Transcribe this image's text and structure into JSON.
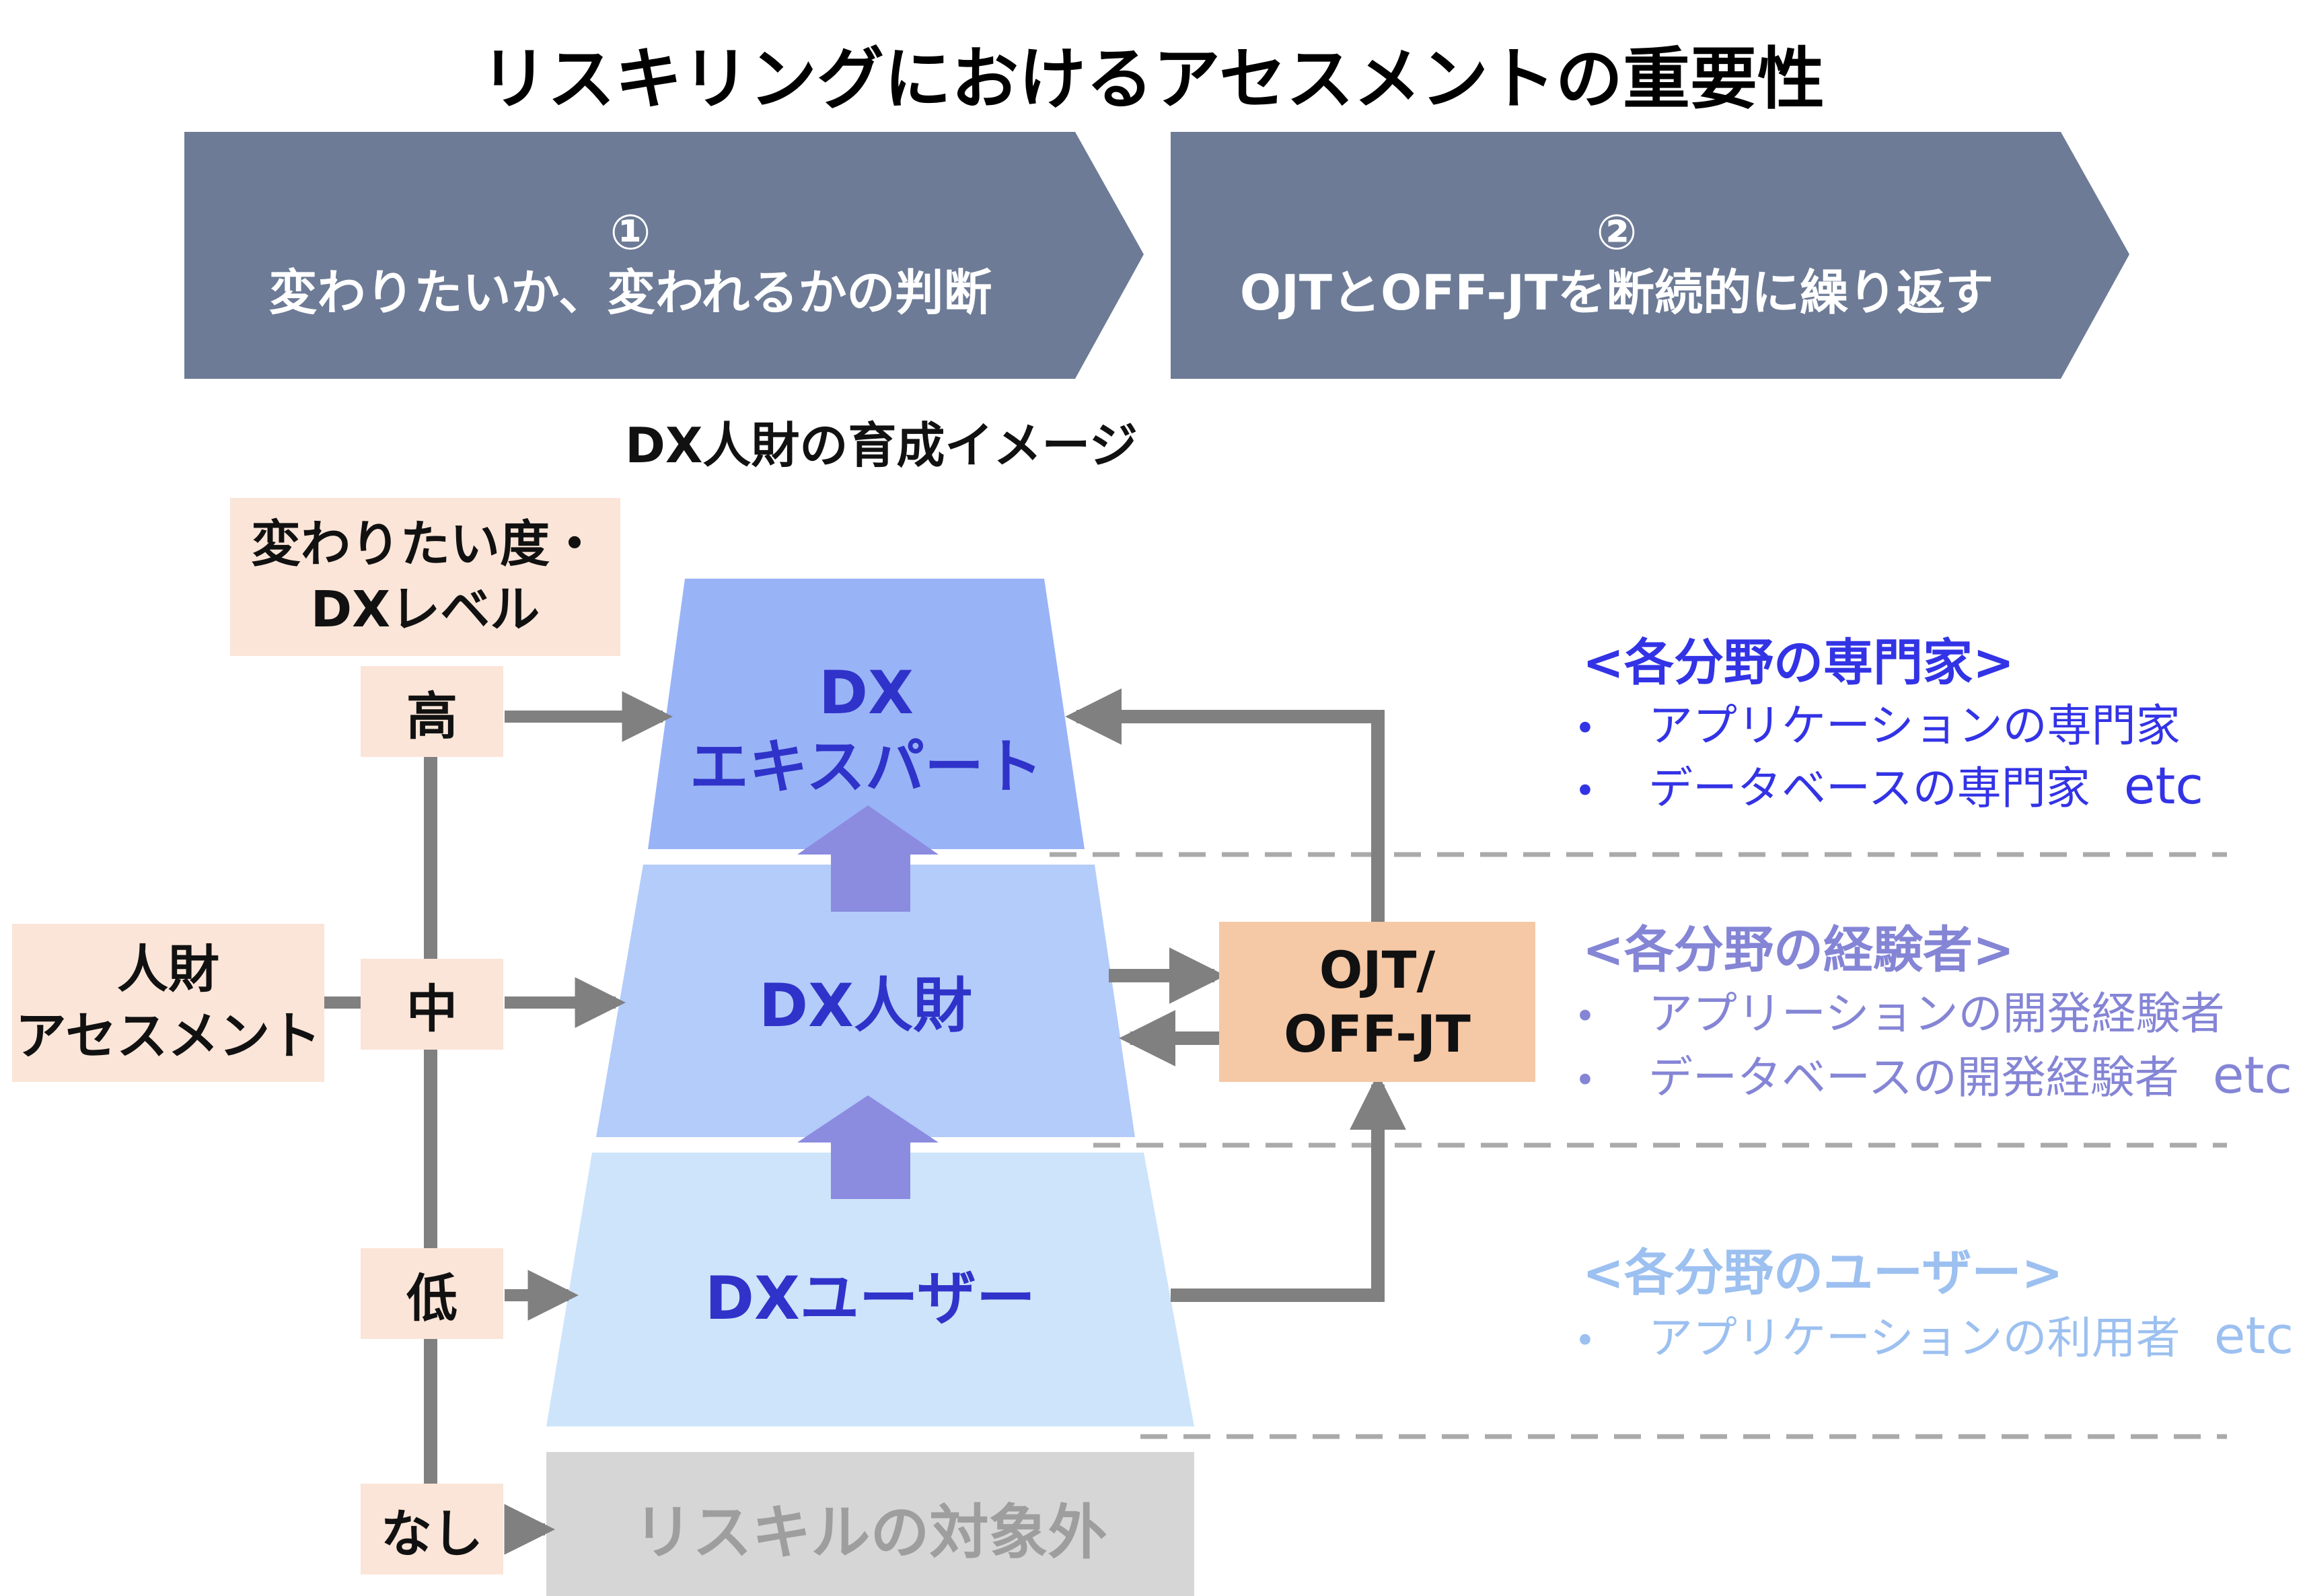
{
  "title": "リスキリングにおけるアセスメントの重要性",
  "steps": [
    {
      "number": "①",
      "text": "変わりたいか、変われるかの判断"
    },
    {
      "number": "②",
      "text": "OJTとOFF-JTを断続的に繰り返す"
    }
  ],
  "subtitle": "DX人財の育成イメージ",
  "axis": {
    "header": [
      "変わりたい度・",
      "DXレベル"
    ],
    "levels": [
      "高",
      "中",
      "低",
      "なし"
    ],
    "assessment": [
      "人財",
      "アセスメント"
    ]
  },
  "tiers": {
    "expert": [
      "DX",
      "エキスパート"
    ],
    "talent": "DX人財",
    "user": "DXユーザー",
    "excluded": "リスキルの対象外"
  },
  "ojt": [
    "OJT/",
    "OFF-JT"
  ],
  "groups": [
    {
      "heading": "<各分野の専門家>",
      "items": [
        "アプリケーションの専門家",
        "データベースの専門家"
      ],
      "etc": "etc",
      "color": "#3333e6"
    },
    {
      "heading": "<各分野の経験者>",
      "items": [
        "アプリーションの開発経験者",
        "データベースの開発経験者"
      ],
      "etc": "etc",
      "color": "#8585d6"
    },
    {
      "heading": "<各分野のユーザー>",
      "items": [
        "アプリケーションの利用者"
      ],
      "etc": "etc",
      "color": "#9cc0f0"
    }
  ],
  "colors": {
    "step_banner": "#6d7b96",
    "expert_tier": "#99b3f7",
    "talent_tier": "#b3ccfa",
    "user_tier": "#cde4fb",
    "excluded_tier": "#d6d6d6",
    "up_arrow": "#8b8be0",
    "connector": "#808080",
    "dashed_divider": "#aaaaaa",
    "peach_box": "#fbe5d8",
    "ojt_box": "#f5c8a6",
    "tier_text": "#2f33c9",
    "excluded_text": "#9e9e9e"
  }
}
